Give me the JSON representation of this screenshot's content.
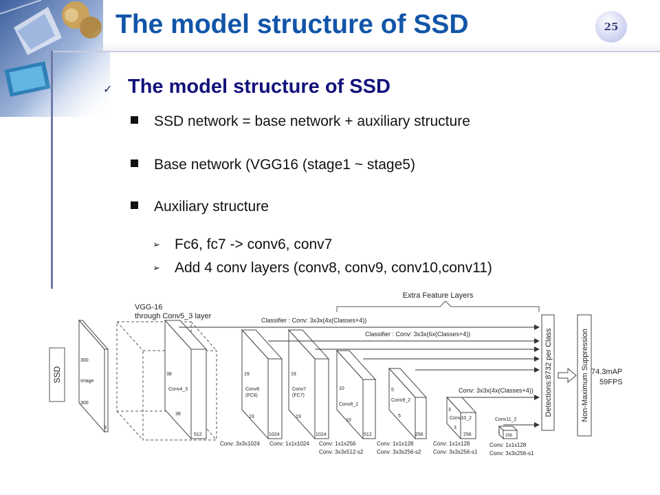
{
  "slide": {
    "title": "The model structure of SSD",
    "page_number": "25"
  },
  "section": {
    "heading": "The model structure of SSD",
    "bullets": [
      "SSD network = base network + auxiliary structure",
      "Base network (VGG16 (stage1 ~ stage5)",
      "Auxiliary structure"
    ],
    "sub_bullets": [
      "Fc6, fc7 -> conv6, conv7",
      "Add 4 conv layers (conv8, conv9, conv10,conv11)"
    ]
  },
  "diagram": {
    "ssd_label": "SSD",
    "vgg_label_1": "VGG-16",
    "vgg_label_2": "through Conv5_3 layer",
    "extra_layers_label": "Extra Feature Layers",
    "classifier_1": "Classifier : Conv: 3x3x(4x(Classes+4))",
    "classifier_2": "Classifier : Conv: 3x3x(6x(Classes+4))",
    "classifier_3": "Conv: 3x3x(4x(Classes+4))",
    "detections_label": "Detections:8732  per Class",
    "nms_label": "Non-Maximum Suppression",
    "result_map": "74.3mAP",
    "result_fps": "59FPS",
    "blocks": {
      "image": {
        "name": "Image",
        "size_top": "300",
        "size_bottom": "300",
        "depth": "3"
      },
      "conv4_3": {
        "name": "Conv4_3",
        "size_top": "38",
        "size_bottom": "38",
        "depth": "512"
      },
      "conv6": {
        "name": "Conv6",
        "name2": "(FC6)",
        "size_top": "19",
        "size_bottom": "19",
        "depth": "1024"
      },
      "conv7": {
        "name": "Conv7",
        "name2": "(FC7)",
        "size_top": "19",
        "size_bottom": "19",
        "depth": "1024"
      },
      "conv8_2": {
        "name": "Conv8_2",
        "size_top": "10",
        "size_bottom": "10",
        "depth": "512"
      },
      "conv9_2": {
        "name": "Conv9_2",
        "size_top": "5",
        "size_bottom": "5",
        "depth": "256"
      },
      "conv10_2": {
        "name": "Conv10_2",
        "size_top": "3",
        "size_bottom": "3",
        "depth": "256"
      },
      "conv11_2": {
        "name": "Conv11_2",
        "size_top": "1",
        "depth": "256"
      }
    },
    "conv_labels": {
      "c1": "Conv: 3x3x1024",
      "c2": "Conv: 1x1x1024",
      "c3a": "Conv: 1x1x256",
      "c3b": "Conv:  3x3x512-s2",
      "c4a": "Conv: 1x1x128",
      "c4b": "Conv: 3x3x256-s2",
      "c5a": "Conv: 1x1x128",
      "c5b": "Conv: 3x3x256-s1",
      "c6a": "Conv: 1x1x128",
      "c6b": "Conv: 3x3x256-s1"
    }
  }
}
